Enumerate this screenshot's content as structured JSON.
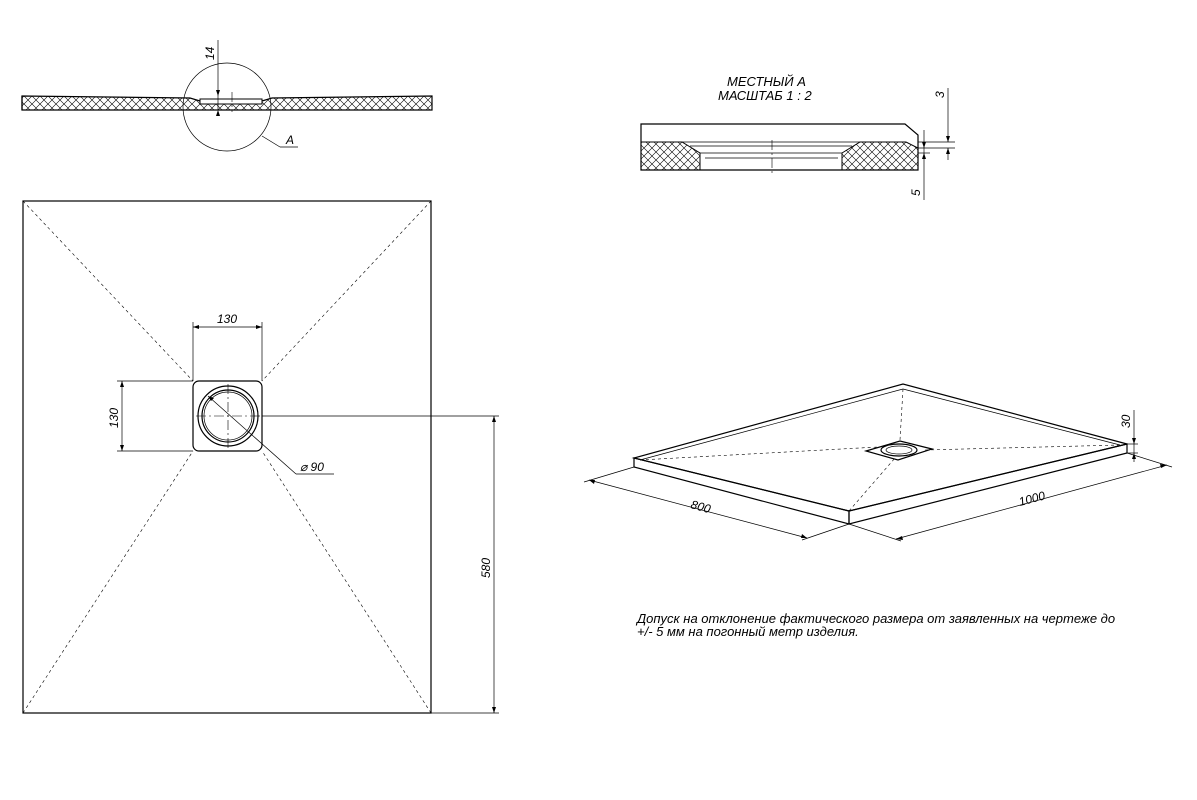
{
  "dimensions": {
    "section_height": "14",
    "callout_letter": "A",
    "drain_width": "130",
    "drain_height": "130",
    "drain_diameter": "⌀ 90",
    "drain_offset": "580",
    "detail_top": "3",
    "detail_bottom": "5",
    "iso_width": "800",
    "iso_length": "1000",
    "iso_thickness": "30"
  },
  "detail": {
    "title_line1": "МЕСТНЫЙ А",
    "title_line2": "МАСШТАБ 1 : 2"
  },
  "note": {
    "text": "Допуск на отклонение фактического размера от заявленных на чертеже до +/- 5 мм на погонный метр изделия."
  },
  "colors": {
    "line": "#000000",
    "background": "#ffffff"
  }
}
